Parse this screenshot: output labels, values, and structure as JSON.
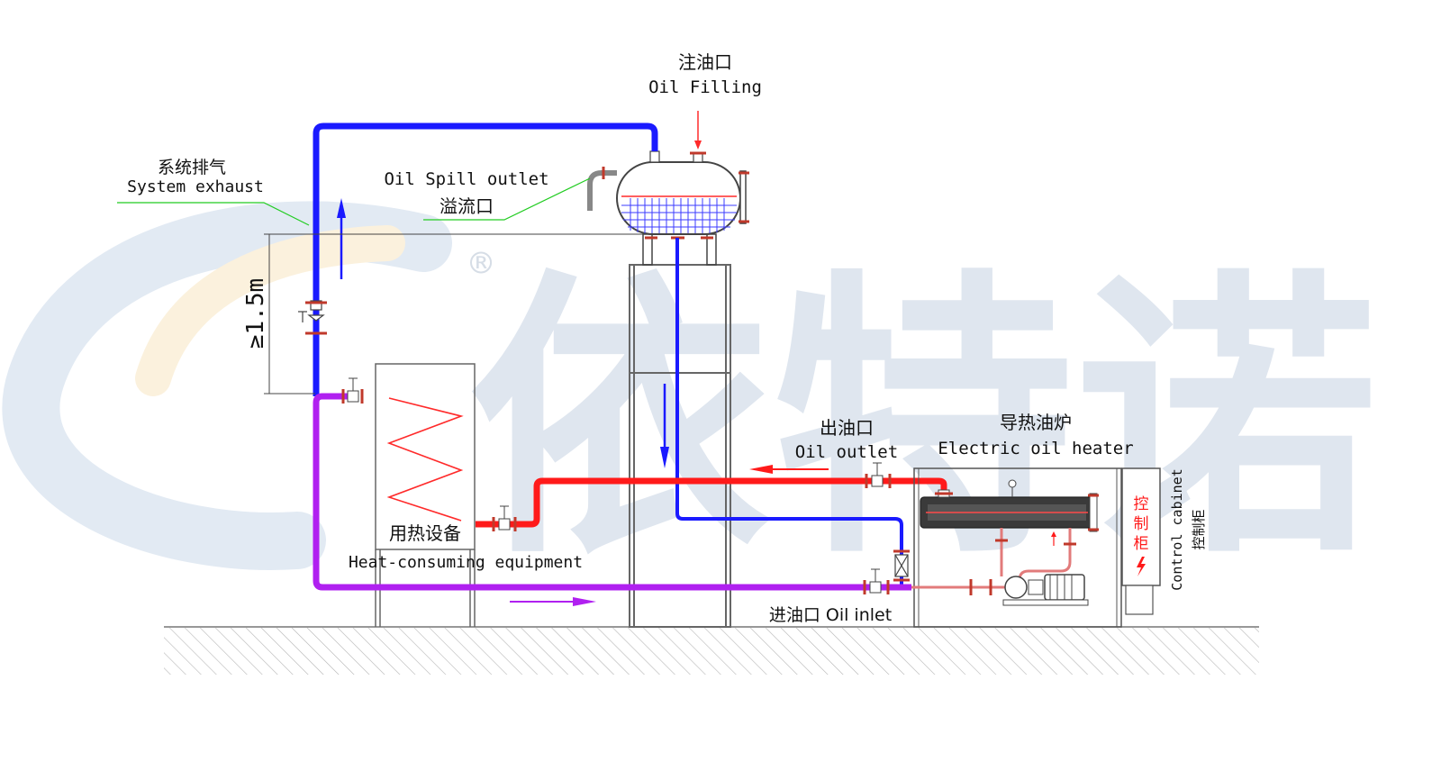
{
  "labels": {
    "oil_filling_cn": "注油口",
    "oil_filling_en": "Oil Filling",
    "system_exhaust_cn": "系统排气",
    "system_exhaust_en": "System exhaust",
    "oil_spill_en": "Oil Spill outlet",
    "oil_spill_cn": "溢流口",
    "height_note": "≥1.5m",
    "heat_equipment_cn": "用热设备",
    "heat_equipment_en": "Heat-consuming equipment",
    "oil_outlet_cn": "出油口",
    "oil_outlet_en": "Oil outlet",
    "heater_cn": "导热油炉",
    "heater_en": "Electric oil heater",
    "oil_inlet": "进油口 Oil inlet",
    "control_cabinet_en": "Control cabinet",
    "control_cabinet_cn": "控制柜",
    "cabinet_box_chars": [
      "控",
      "制",
      "柜"
    ],
    "registered_mark": "®",
    "watermark_text": "依特诺"
  },
  "colors": {
    "exhaust_line": "#1a1aff",
    "supply_line": "#ff1a1a",
    "return_line": "#b020f0",
    "pointer_line": "#22cc22",
    "watermark": "#dfe6ef",
    "watermark_arc_blue": "#e2eaf3",
    "watermark_arc_yellow": "#fbf1dd"
  },
  "icons": [
    "flow-arrow",
    "valve",
    "heating-coil",
    "lightning"
  ]
}
